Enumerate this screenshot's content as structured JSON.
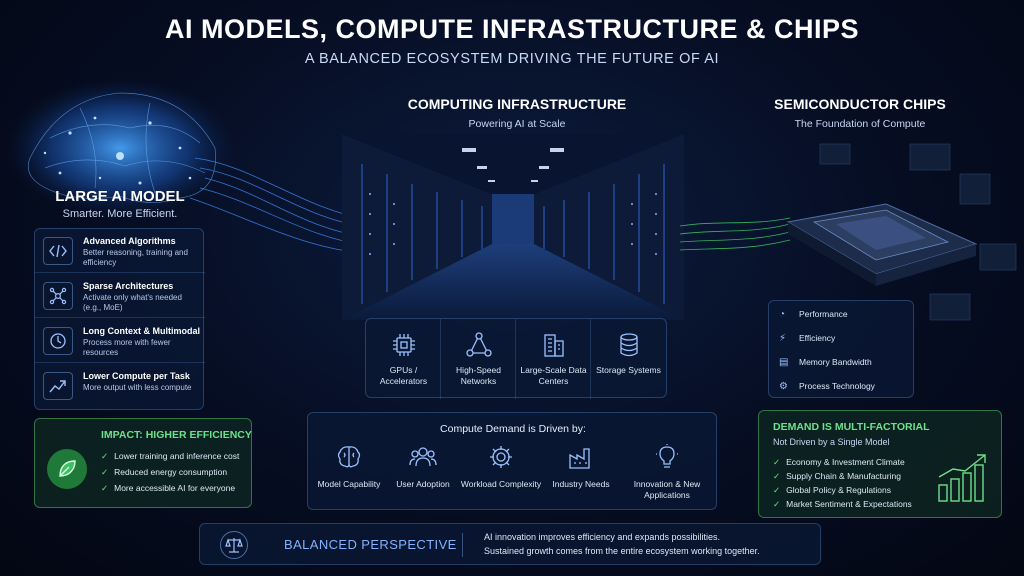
{
  "header": {
    "title": "AI MODELS, COMPUTE INFRASTRUCTURE & CHIPS",
    "subtitle": "A BALANCED ECOSYSTEM DRIVING THE FUTURE OF AI"
  },
  "large_model": {
    "title": "LARGE AI MODEL",
    "subtitle": "Smarter. More Efficient.",
    "items": [
      {
        "icon": "code-icon",
        "title": "Advanced Algorithms",
        "desc": "Better reasoning, training and efficiency"
      },
      {
        "icon": "network-nodes-icon",
        "title": "Sparse Architectures",
        "desc": "Activate only what's needed (e.g., MoE)"
      },
      {
        "icon": "clock-icon",
        "title": "Long Context & Multimodal",
        "desc": "Process more with fewer resources"
      },
      {
        "icon": "trend-up-icon",
        "title": "Lower Compute per Task",
        "desc": "More output with less compute"
      }
    ],
    "impact": {
      "title": "IMPACT: HIGHER EFFICIENCY",
      "items": [
        "Lower training and inference cost",
        "Reduced energy consumption",
        "More accessible AI for everyone"
      ]
    }
  },
  "compute": {
    "title": "COMPUTING INFRASTRUCTURE",
    "subtitle": "Powering AI at Scale",
    "components": [
      {
        "icon": "chip-icon",
        "label": "GPUs / Accelerators"
      },
      {
        "icon": "network-icon",
        "label": "High-Speed Networks"
      },
      {
        "icon": "building-icon",
        "label": "Large-Scale Data Centers"
      },
      {
        "icon": "database-icon",
        "label": "Storage Systems"
      }
    ],
    "demand": {
      "title": "Compute Demand is Driven by:",
      "drivers": [
        {
          "icon": "brain-icon",
          "label": "Model Capability"
        },
        {
          "icon": "users-icon",
          "label": "User Adoption"
        },
        {
          "icon": "gear-icon",
          "label": "Workload Complexity"
        },
        {
          "icon": "factory-icon",
          "label": "Industry Needs"
        },
        {
          "icon": "lightbulb-icon",
          "label": "Innovation & New Applications"
        }
      ]
    }
  },
  "chips": {
    "title": "SEMICONDUCTOR CHIPS",
    "subtitle": "The Foundation of Compute",
    "metrics": [
      {
        "icon": "gauge-icon",
        "label": "Performance"
      },
      {
        "icon": "bolt-icon",
        "label": "Efficiency"
      },
      {
        "icon": "memory-icon",
        "label": "Memory Bandwidth"
      },
      {
        "icon": "process-gear-icon",
        "label": "Process Technology"
      }
    ],
    "demand": {
      "title": "DEMAND IS MULTI-FACTORIAL",
      "subtitle": "Not Driven by a Single Model",
      "items": [
        "Economy & Investment Climate",
        "Supply Chain & Manufacturing",
        "Global Policy & Regulations",
        "Market Sentiment & Expectations"
      ]
    }
  },
  "footer": {
    "title": "BALANCED PERSPECTIVE",
    "line1": "AI innovation improves efficiency and expands possibilities.",
    "line2": "Sustained growth comes from the entire ecosystem working together."
  },
  "colors": {
    "accent_blue": "#7fb2ff",
    "accent_green": "#6fe08a",
    "background": "#060d22"
  }
}
